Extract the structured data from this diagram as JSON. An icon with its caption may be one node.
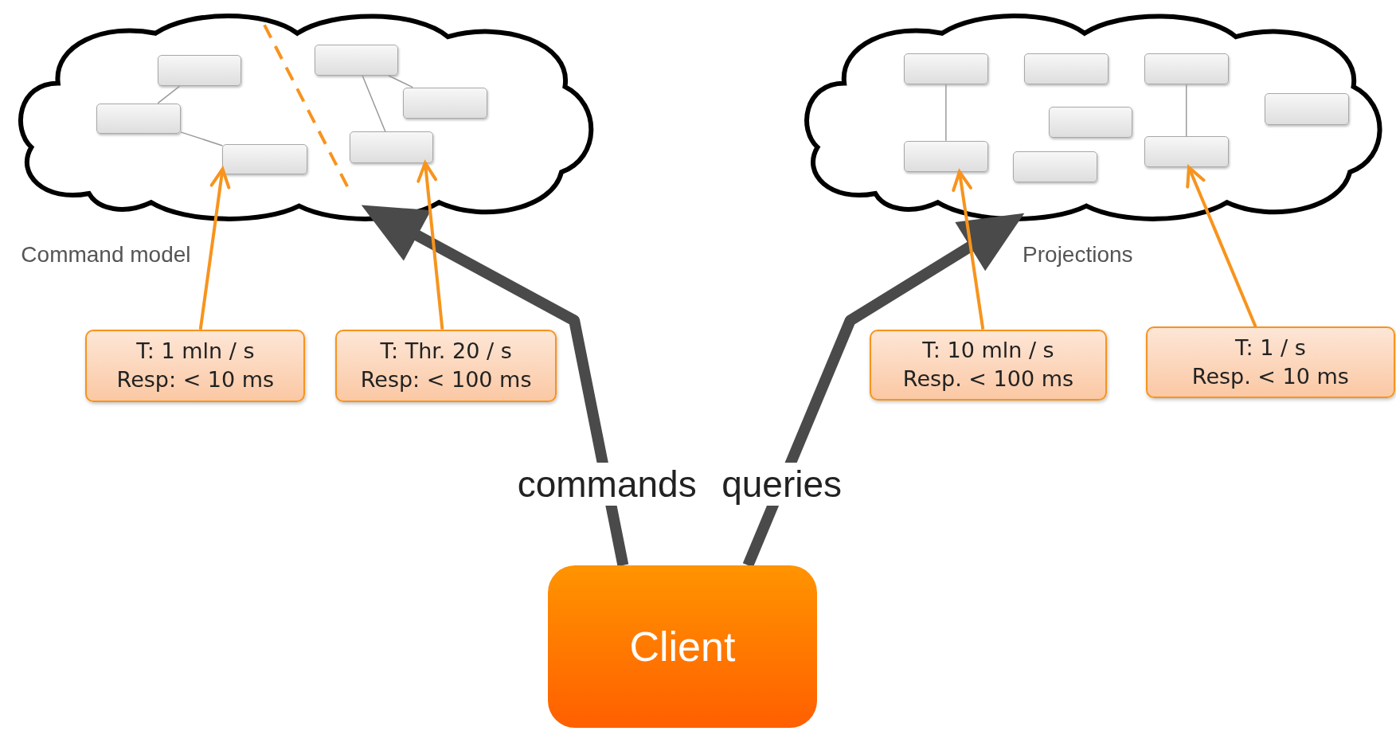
{
  "diagram": {
    "nodes": [
      {
        "text": [
          "Command model"
        ]
      },
      {
        "text": [],
        "shape": "box",
        "in": 0
      },
      {
        "text": [],
        "shape": "box",
        "in": 0
      },
      {
        "text": [],
        "shape": "box",
        "in": 0
      },
      {
        "text": [],
        "shape": "box",
        "in": 0
      },
      {
        "text": [],
        "shape": "box",
        "in": 0
      },
      {
        "text": [],
        "shape": "box",
        "in": 0
      },
      {
        "text": [
          "Projections"
        ]
      },
      {
        "text": [],
        "shape": "box",
        "in": 7
      },
      {
        "text": [],
        "shape": "box",
        "in": 7
      },
      {
        "text": [],
        "shape": "box",
        "in": 7
      },
      {
        "text": [],
        "shape": "box",
        "in": 7
      },
      {
        "text": [],
        "shape": "box",
        "in": 7
      },
      {
        "text": [],
        "shape": "box",
        "in": 7
      },
      {
        "text": [],
        "shape": "box",
        "in": 7
      },
      {
        "text": [],
        "shape": "box",
        "in": 7
      },
      {
        "text": [
          "T: 1 mln / s",
          "Resp: < 10 ms"
        ]
      },
      {
        "text": [
          "T: Thr. 20 / s",
          "Resp: < 100 ms"
        ]
      },
      {
        "text": [
          "T: 10 mln / s",
          "Resp. < 100 ms"
        ]
      },
      {
        "text": [
          "T: 1 / s",
          "Resp. < 10 ms"
        ]
      },
      {
        "text": [
          "Client"
        ]
      }
    ],
    "edges": [
      {
        "from": 2,
        "to": 4,
        "arrow": "none"
      },
      {
        "from": 4,
        "to": 6,
        "arrow": "none"
      },
      {
        "from": 1,
        "to": 3,
        "arrow": "none"
      },
      {
        "from": 1,
        "to": 5,
        "arrow": "none"
      },
      {
        "from": 8,
        "to": 14,
        "arrow": "none"
      },
      {
        "from": 10,
        "to": 13,
        "arrow": "none"
      },
      {
        "from": 20,
        "to": 0,
        "arrow": "to",
        "label": "commands",
        "style": "thick",
        "color": "#4a4a4a"
      },
      {
        "from": 20,
        "to": 7,
        "arrow": "to",
        "label": "queries",
        "style": "thick",
        "color": "#4a4a4a"
      },
      {
        "from": 16,
        "to": 6,
        "arrow": "to",
        "color": "#f7941d"
      },
      {
        "from": 17,
        "to": 5,
        "arrow": "to",
        "color": "#f7941d"
      },
      {
        "from": 18,
        "to": 14,
        "arrow": "to",
        "color": "#f7941d"
      },
      {
        "from": 19,
        "to": 13,
        "arrow": "to",
        "color": "#f7941d"
      }
    ]
  }
}
